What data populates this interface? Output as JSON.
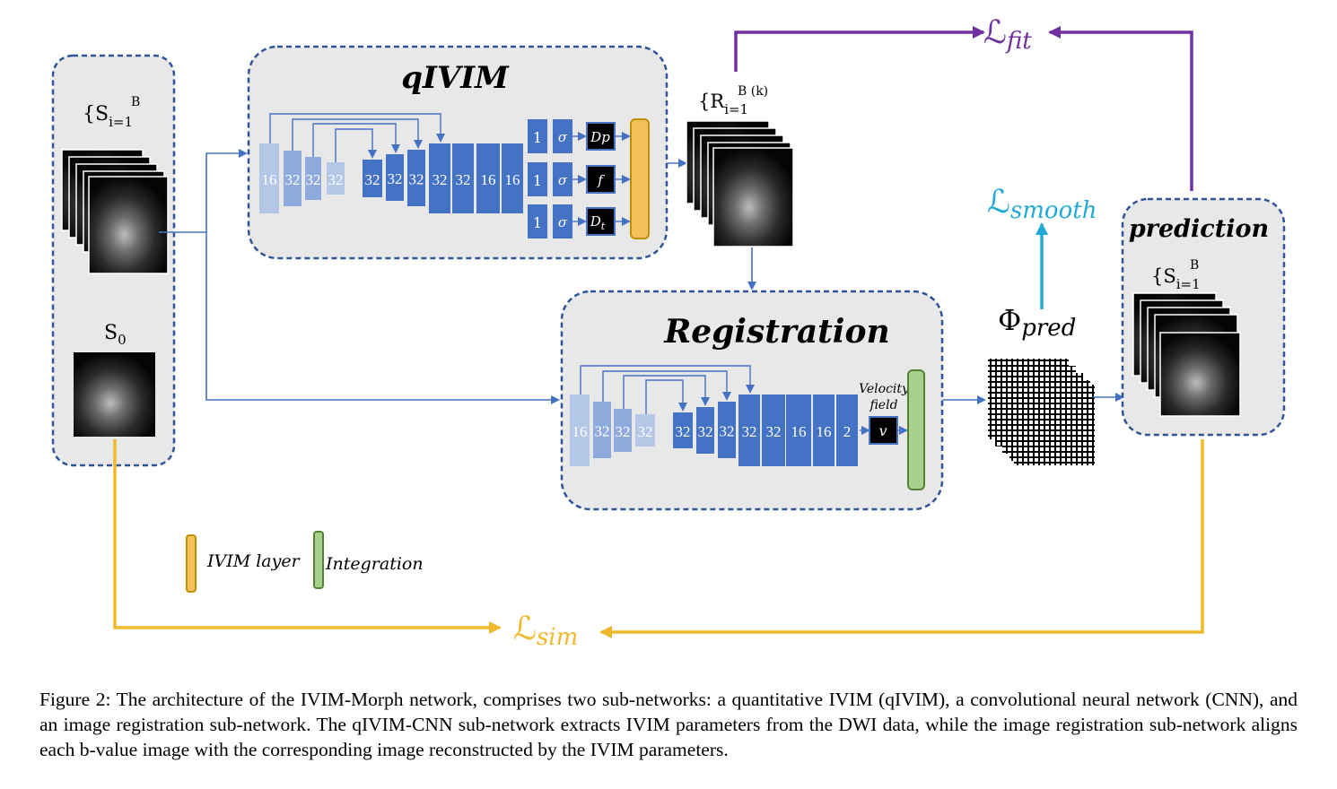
{
  "title_qivim": "qIVIM",
  "title_registration": "Registration",
  "title_prediction": "prediction",
  "inputs": {
    "s_set_base": "{S",
    "s_set_sub": "i=1",
    "s_set_sup": "B",
    "s0_base": "S",
    "s0_sub": "0"
  },
  "recon": {
    "r_base": "{R",
    "r_sub": "i=1",
    "r_sup": "B (k)"
  },
  "prediction_set": {
    "base": "{S",
    "sub": "i=1",
    "sup": "B"
  },
  "phi": {
    "base": "Φ",
    "sub": "pred"
  },
  "losses": {
    "fit_base": "ℒ",
    "fit_sub": "fit",
    "smooth_base": "ℒ",
    "smooth_sub": "smooth",
    "sim_base": "ℒ",
    "sim_sub": "sim"
  },
  "qivim_layers": [
    "16",
    "32",
    "32",
    "32",
    "32",
    "32",
    "32",
    "32",
    "32",
    "16",
    "16"
  ],
  "qivim_heads": {
    "one": "1",
    "sigma": "σ",
    "outputs": [
      "Dp",
      "f",
      "D"
    ],
    "dt_sub": "t"
  },
  "registration_layers": [
    "16",
    "32",
    "32",
    "32",
    "32",
    "32",
    "32",
    "32",
    "32",
    "16",
    "16",
    "2"
  ],
  "velocity_label": "Velocity field",
  "velocity_symbol": "v",
  "legend": {
    "ivim_layer": "IVIM layer",
    "integration": "Integration"
  },
  "colors": {
    "box_fill": "#e8e8e8",
    "box_border": "#2f5597",
    "light_block": "#b4c7e7",
    "mid_block": "#8faadc",
    "dark_block": "#4472c4",
    "ivim_layer": "#f4c05a",
    "integration": "#a9d18e",
    "fit": "#7030a0",
    "smooth": "#21a9d8",
    "sim": "#f0b929"
  },
  "caption": "Figure 2: The architecture of the IVIM-Morph network, comprises two sub-networks: a quantitative IVIM (qIVIM), a convolutional neural network (CNN), and an image registration sub-network.  The qIVIM-CNN sub-network extracts IVIM parameters from the DWI data, while the image registration sub-network aligns each b-value image with the corresponding image reconstructed by the IVIM parameters."
}
